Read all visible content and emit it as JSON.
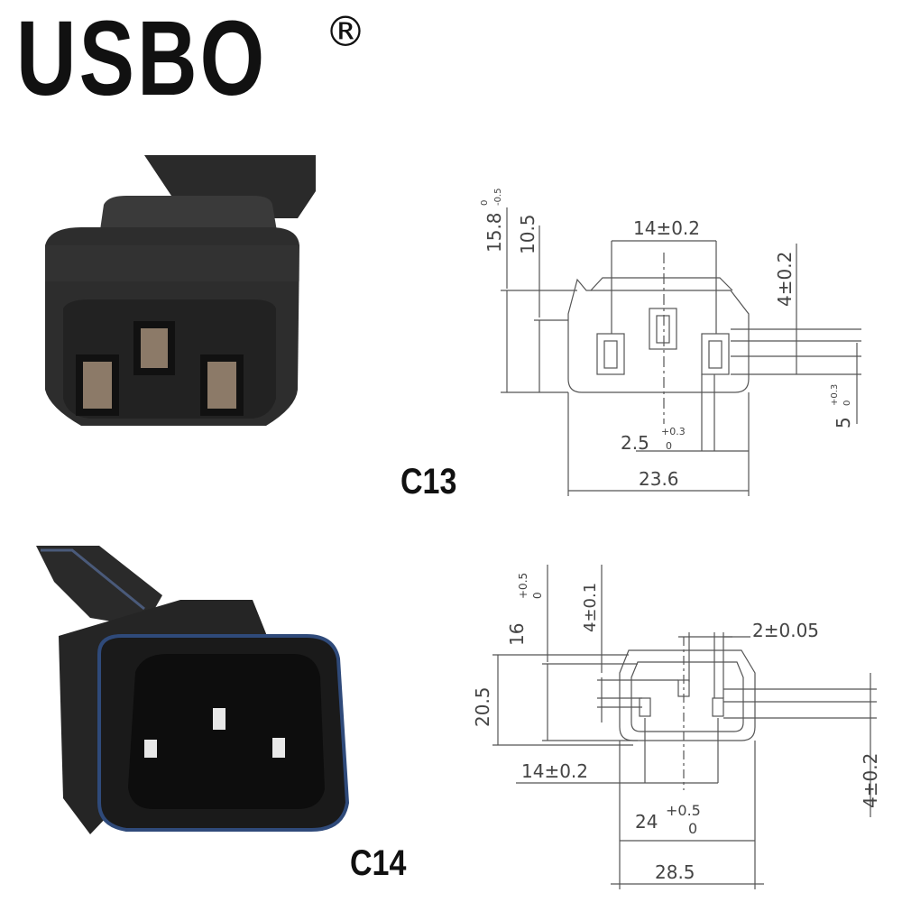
{
  "brand": {
    "logo_text": "USBO",
    "registered_mark": "®"
  },
  "c13": {
    "label": "C13",
    "dims": {
      "height_total": "15.8",
      "height_total_tol_upper": "0",
      "height_total_tol_lower": "-0.5",
      "height_inner": "10.5",
      "pin_spacing": "14±0.2",
      "pin_offset": "4±0.2",
      "pin_width": "2.5",
      "pin_width_tol_upper": "+0.3",
      "pin_width_tol_lower": "0",
      "pin_length": "5",
      "pin_length_tol_upper": "+0.3",
      "pin_length_tol_lower": "0",
      "width_total": "23.6"
    }
  },
  "c14": {
    "label": "C14",
    "dims": {
      "height_inner": "16",
      "height_inner_tol_upper": "+0.5",
      "height_inner_tol_lower": "0",
      "pin_offset_top": "4±0.1",
      "pin_width": "2±0.05",
      "height_total": "20.5",
      "pin_spacing": "14±0.2",
      "pin_offset_right": "4±0.2",
      "width_inner": "24",
      "width_inner_tol_upper": "+0.5",
      "width_inner_tol_lower": "0",
      "width_total": "28.5"
    }
  }
}
